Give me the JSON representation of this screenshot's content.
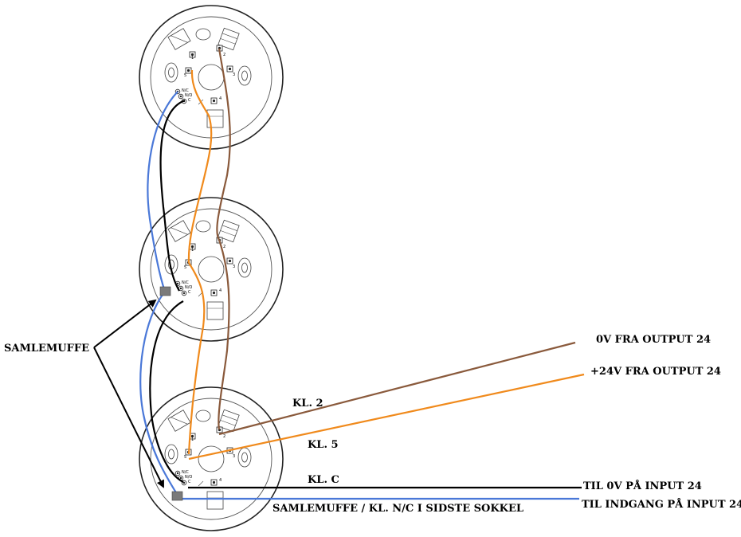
{
  "labels": {
    "samlemuffe": "SAMLEMUFFE",
    "kl2": "KL. 2",
    "kl5": "KL. 5",
    "klc": "KL. C",
    "output_0v": "0V FRA OUTPUT 24",
    "output_24v": "+24V FRA OUTPUT 24",
    "input_0v": "TIL 0V PÅ INPUT 24",
    "input_ind": "TIL INDGANG PÅ INPUT 24",
    "samlemuffe_last": "SAMLEMUFFE / KL. N/C I SIDSTE SOKKEL"
  },
  "terminal_labels": {
    "t1": "1",
    "t2": "2",
    "t3": "3",
    "t4": "4",
    "t5": "5",
    "nc": "N/C",
    "no": "N/O",
    "c": "C"
  },
  "wire_colors": {
    "brown": "#8a5a3c",
    "orange": "#f08a1c",
    "black": "#000000",
    "blue": "#4a78d8",
    "connector": "#7a7a7a"
  }
}
